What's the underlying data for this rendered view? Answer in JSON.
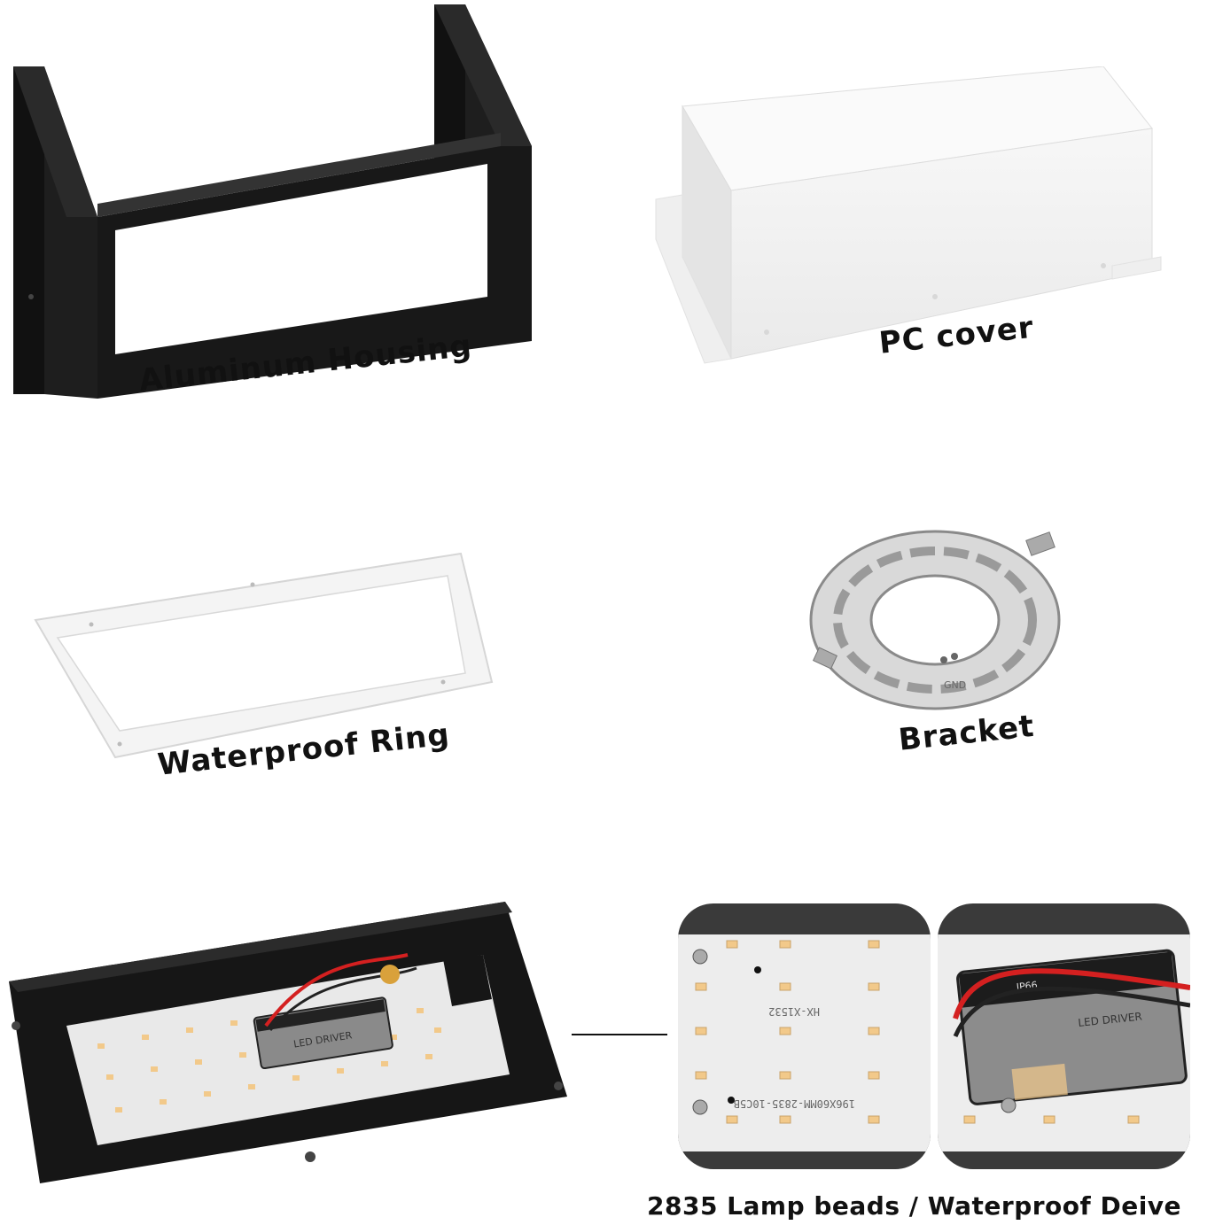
{
  "labels": {
    "housing": "Aluminum Housing",
    "cover": "PC cover",
    "ring": "Waterproof Ring",
    "bracket": "Bracket",
    "beads": "2835 Lamp beads / Waterproof Deive"
  },
  "pcb_print": {
    "model_a": "HX-X1532",
    "model_b": "196X60MM-2835-10C5B",
    "driver_brand": "LED DRIVER",
    "driver_rating": "IP66",
    "bracket_mark": "GND"
  },
  "colors": {
    "housing": "#1a1a1a",
    "cover": "#f3f3f3",
    "pcb": "#ececec",
    "led_bead": "#f2c98a",
    "wire_red": "#d42020"
  }
}
